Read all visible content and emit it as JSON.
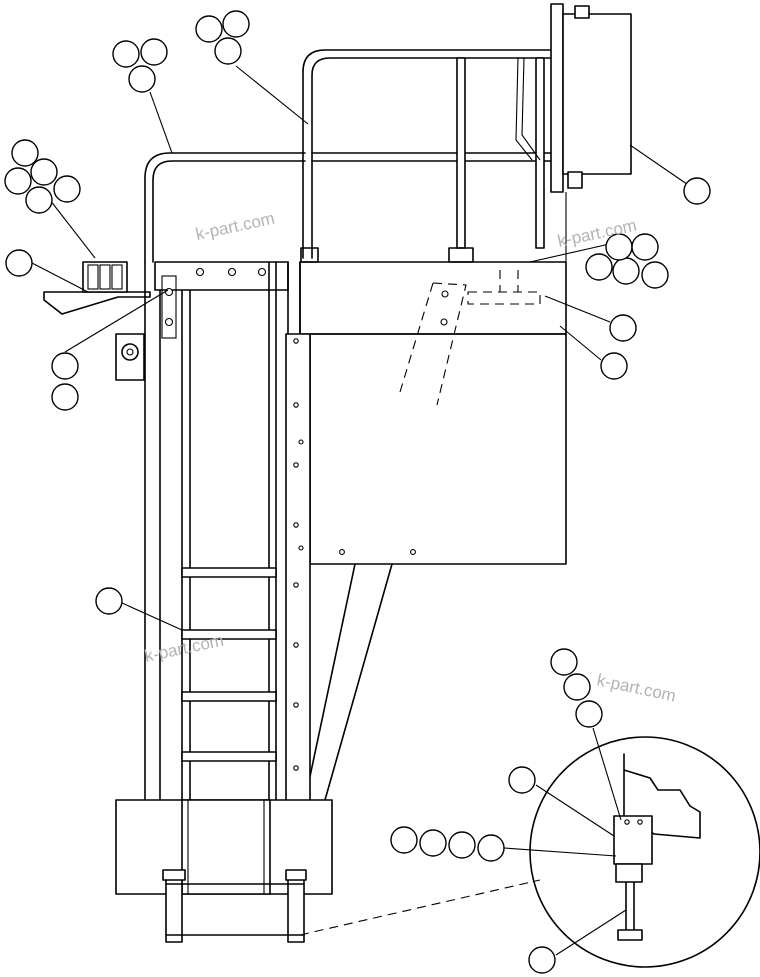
{
  "watermarks": [
    {
      "text": "k-part.com"
    },
    {
      "text": "k-part.com"
    },
    {
      "text": "k-part.com"
    },
    {
      "text": "k-part.com"
    }
  ],
  "colors": {
    "line": "#000000",
    "background": "#ffffff",
    "watermark": "#b3b3b3"
  }
}
